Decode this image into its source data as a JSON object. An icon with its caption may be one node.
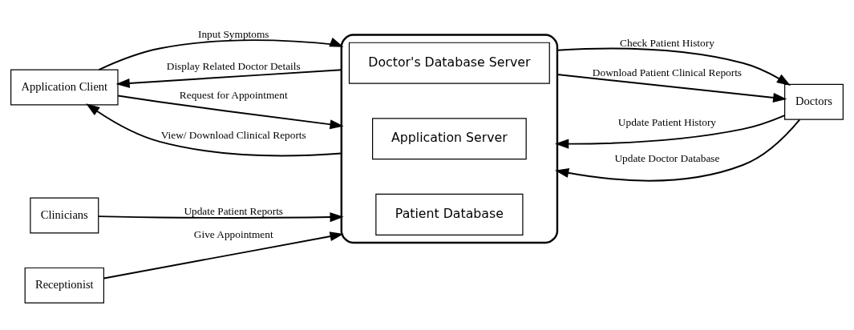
{
  "diagram": {
    "nodes": [
      {
        "text": [
          "Application Client"
        ]
      },
      {
        "text": [],
        "shape": "cloud"
      },
      {
        "text": [
          "Doctor's Database Server"
        ],
        "in": 1
      },
      {
        "text": [
          "Application Server"
        ],
        "in": 1
      },
      {
        "text": [
          "Patient Database"
        ],
        "in": 1
      },
      {
        "text": [
          "Clinicians"
        ]
      },
      {
        "text": [
          "Receptionist"
        ]
      },
      {
        "text": [
          "Doctors"
        ]
      }
    ],
    "edges": [
      {
        "from": 0,
        "to": 1,
        "arrow": "to",
        "label": "Input Symptoms"
      },
      {
        "from": 1,
        "to": 0,
        "arrow": "to",
        "label": "Display Related Doctor Details"
      },
      {
        "from": 0,
        "to": 1,
        "arrow": "to",
        "label": "Request for Appointment"
      },
      {
        "from": 1,
        "to": 0,
        "arrow": "to",
        "label": "View/ Download Clinical Reports"
      },
      {
        "from": 5,
        "to": 1,
        "arrow": "to",
        "label": "Update Patient Reports"
      },
      {
        "from": 6,
        "to": 1,
        "arrow": "to",
        "label": "Give Appointment"
      },
      {
        "from": 1,
        "to": 7,
        "arrow": "to",
        "label": "Check Patient History"
      },
      {
        "from": 1,
        "to": 7,
        "arrow": "to",
        "label": "Download Patient Clinical Reports"
      },
      {
        "from": 7,
        "to": 1,
        "arrow": "to",
        "label": "Update Patient History"
      },
      {
        "from": 7,
        "to": 1,
        "arrow": "to",
        "label": "Update Doctor Database"
      }
    ]
  }
}
